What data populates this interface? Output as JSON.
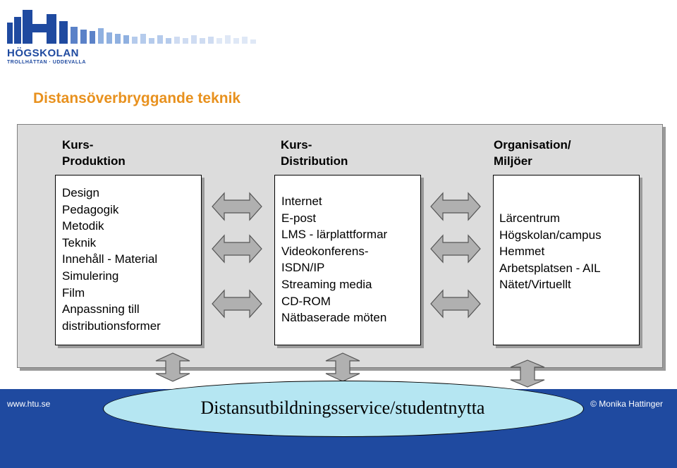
{
  "logo": {
    "name": "HÖGSKOLAN",
    "subtitle": "TROLLHÄTTAN · UDDEVALLA"
  },
  "title": "Distansöverbryggande teknik",
  "columns": [
    {
      "heading": [
        "Kurs-",
        "Produktion"
      ],
      "items": [
        "Design",
        "Pedagogik",
        "Metodik",
        "Teknik",
        "Innehåll - Material",
        "Simulering",
        "Film",
        "Anpassning till",
        "distributionsformer"
      ]
    },
    {
      "heading": [
        "Kurs-",
        "Distribution"
      ],
      "items": [
        "Internet",
        "E-post",
        "LMS - lärplattformar",
        "Videokonferens-",
        "ISDN/IP",
        "Streaming media",
        "CD-ROM",
        "Nätbaserade möten"
      ]
    },
    {
      "heading": [
        "Organisation/",
        "Miljöer"
      ],
      "items": [
        "Lärcentrum",
        "Högskolan/campus",
        "Hemmet",
        "Arbetsplatsen - AIL",
        "Nätet/Virtuellt"
      ]
    }
  ],
  "bottom_label": "Distansutbildningsservice/studentnytta",
  "footer": {
    "left": "www.htu.se",
    "right": "© Monika Hattinger"
  },
  "colors": {
    "background": "#1f4aa0",
    "title": "#e8911e",
    "panel": "#dcdcdc",
    "ellipse": "#b5e6f2",
    "arrow": "#b0b0b0"
  },
  "icons": [
    "double-arrow-horizontal",
    "double-arrow-vertical"
  ]
}
